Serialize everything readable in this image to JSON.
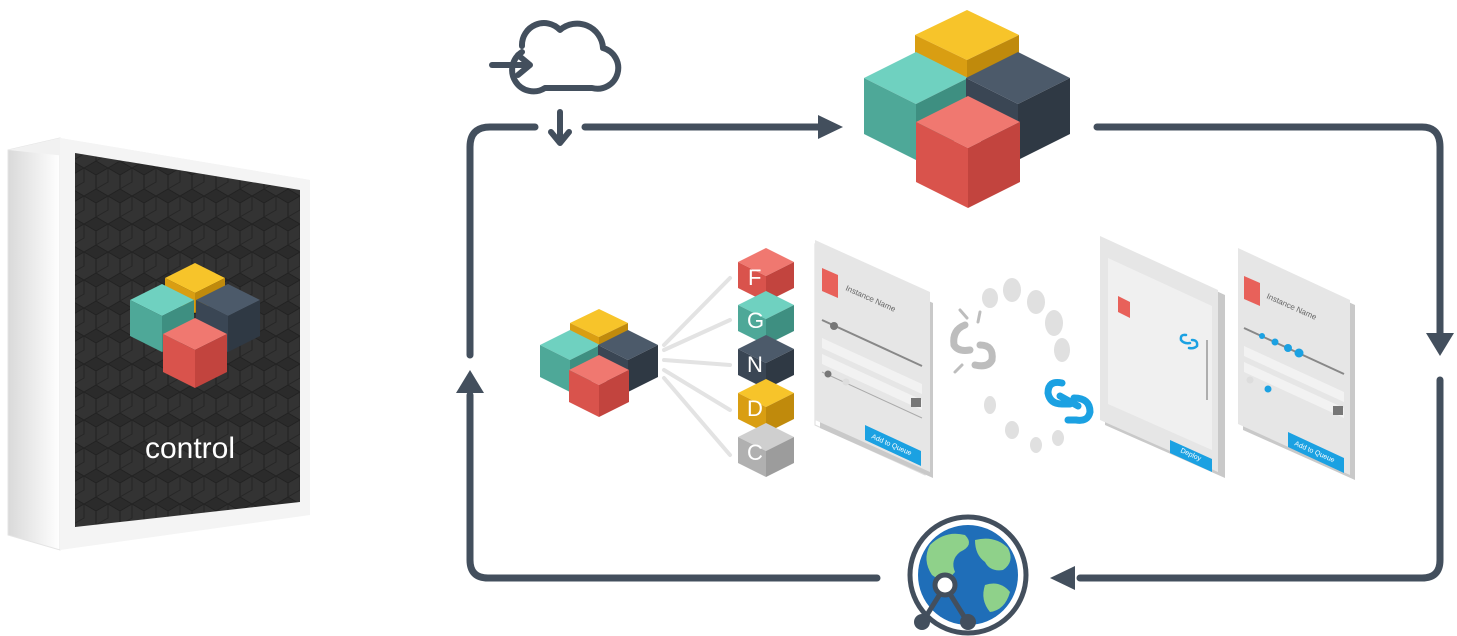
{
  "product_box": {
    "label": "control"
  },
  "letter_blocks": [
    {
      "letter": "F",
      "color": "#e8615a"
    },
    {
      "letter": "G",
      "color": "#5fbfae"
    },
    {
      "letter": "N",
      "color": "#3d4a58"
    },
    {
      "letter": "D",
      "color": "#f5b81c"
    },
    {
      "letter": "C",
      "color": "#b5b5b5"
    }
  ],
  "form_panel_1": {
    "field_label": "Instance Name",
    "button_label": "Add to Queue"
  },
  "deploy_panel": {
    "button_label": "Deploy"
  },
  "form_panel_2": {
    "field_label": "Instance Name",
    "button_label": "Add to Queue"
  },
  "colors": {
    "flow": "#434f5d",
    "red": "#e8615a",
    "teal": "#5fbfae",
    "navy": "#3d4a58",
    "yellow": "#f5b81c",
    "accent_blue": "#1ba1e2"
  },
  "icons": [
    "cloud-download-icon",
    "cube-cluster-icon",
    "broken-link-icon",
    "link-icon",
    "globe-network-icon"
  ]
}
